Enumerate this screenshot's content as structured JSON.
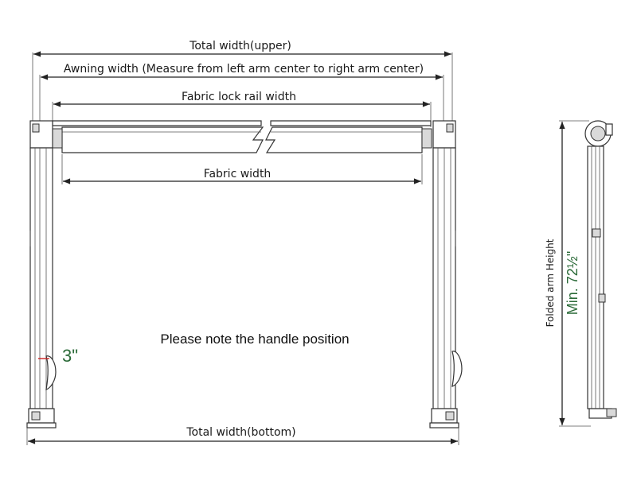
{
  "labels": {
    "total_width_upper": "Total width(upper)",
    "awning_width": "Awning width (Measure  from  left  arm center to right arm center)",
    "fabric_lock_rail_width": "Fabric lock rail width",
    "fabric_width": "Fabric width",
    "handle_note": "Please note the handle position",
    "handle_offset": "3\"",
    "total_width_bottom": "Total width(bottom)",
    "folded_arm_height": "Folded arm Height",
    "min_height": "Min. 72½\""
  },
  "colors": {
    "line": "#222222",
    "accent_green": "#2c6b39",
    "accent_red": "#cc2222"
  }
}
